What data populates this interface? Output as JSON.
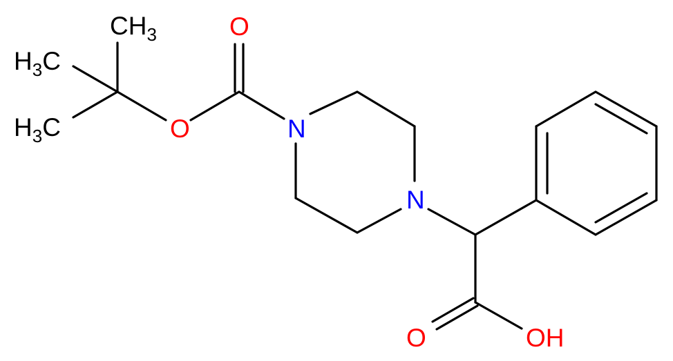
{
  "molecule": {
    "atoms": {
      "n_boc": "N",
      "n_ring": "N",
      "o_carbonyl_boc": "O",
      "o_ester": "O",
      "o_acid_carbonyl": "O",
      "o_acid_hydroxyl": "OH",
      "methyl_top": {
        "main": "CH",
        "sub": "3"
      },
      "methyl_left_1": {
        "main": "H",
        "sub": "3",
        "tail": "C"
      },
      "methyl_left_2": {
        "main": "H",
        "sub": "3",
        "tail": "C"
      }
    },
    "colors": {
      "bond": "#000000",
      "carbon_label": "#000000",
      "nitrogen": "#0000ff",
      "oxygen": "#ff0000"
    }
  }
}
